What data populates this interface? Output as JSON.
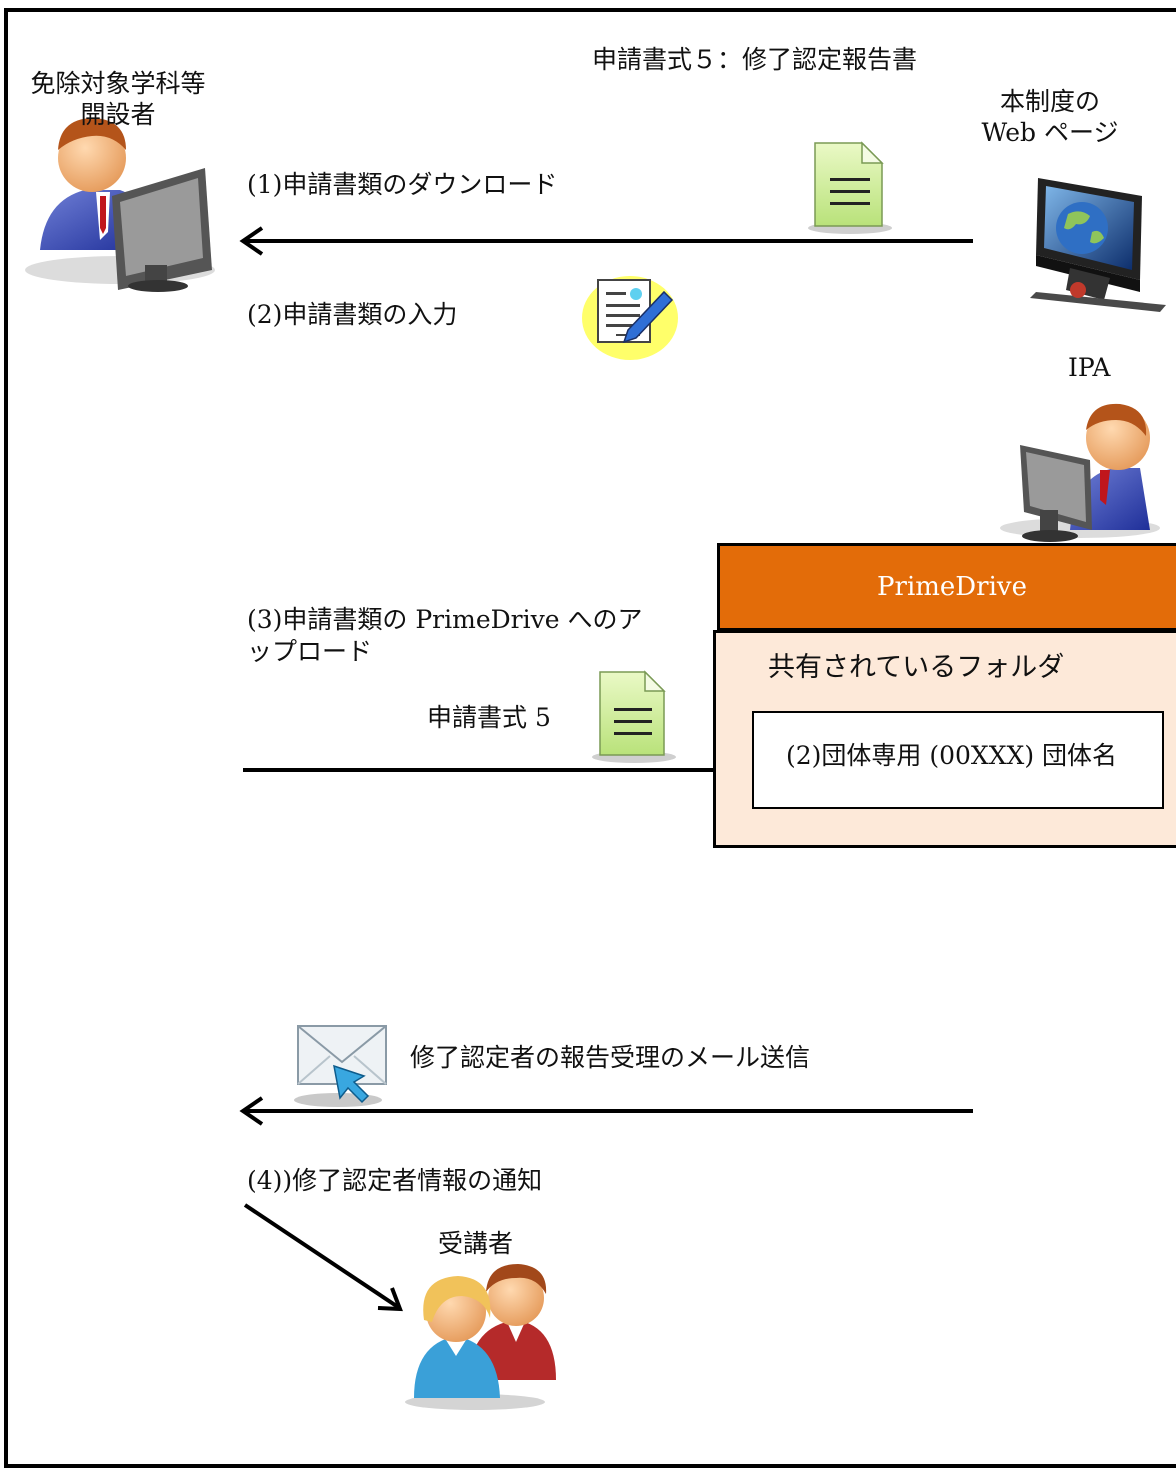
{
  "title": "申請書式５：修了認定報告書",
  "actors": {
    "applicant": "免除対象学科等\n開設者",
    "web_page": "本制度の\nWeb ページ",
    "ipa": "IPA",
    "students": "受講者"
  },
  "steps": {
    "download": "(1)申請書類のダウンロード",
    "input": "(2)申請書類の入力",
    "upload": "(3)申請書類の PrimeDrive へのア\nップロード",
    "form_label": "申請書式 5",
    "mail": "修了認定者の報告受理のメール送信",
    "notify": "(4))修了認定者情報の通知"
  },
  "primedrive": {
    "name": "PrimeDrive",
    "shared_folder": "共有されているフォルダ",
    "group_folder": "(2)団体専用 (00XXX) 団体名"
  },
  "colors": {
    "primedrive_orange": "#e36c09",
    "folder_fill": "#fde9d9",
    "document_green": "#d7f0a0"
  }
}
